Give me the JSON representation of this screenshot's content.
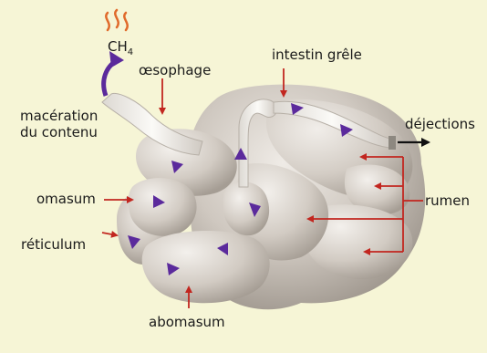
{
  "labels": {
    "ch4_main": "CH",
    "ch4_sub": "4",
    "oesophage": "œsophage",
    "intestin": "intestin grêle",
    "maceration_1": "macération",
    "maceration_2": "du contenu",
    "dejections": "déjections",
    "omasum": "omasum",
    "reticulum": "réticulum",
    "rumen": "rumen",
    "abomasum": "abomasum"
  },
  "colors": {
    "background": "#f6f5d6",
    "stomach": "#cdc6be",
    "stomach_dark": "#9c958d",
    "arrow_label": "#c2261f",
    "flow_arrow": "#5b2a9c",
    "gas_wave": "#e06a2b"
  }
}
